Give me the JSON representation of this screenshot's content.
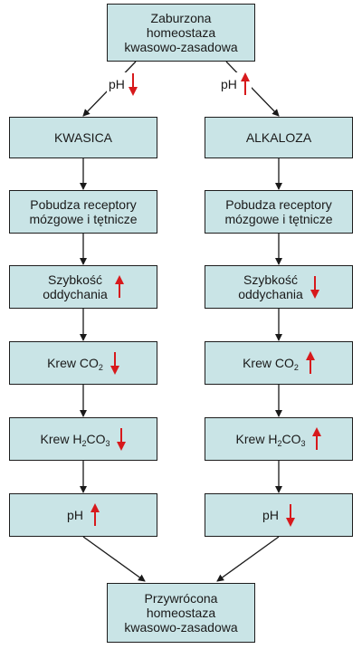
{
  "colors": {
    "box_fill": "#c9e4e6",
    "box_border": "#1d1d1d",
    "arrow_up_down": "#d7191c",
    "connector": "#1a1a1a"
  },
  "top": {
    "text": "Zaburzona\nhomeostaza\nkwasowo-zasadowa"
  },
  "bottom": {
    "text": "Przywrócona\nhomeostaza\nkwasowo-zasadowa"
  },
  "branch_left": {
    "ph_label": "pH",
    "ph_direction": "down",
    "title": "KWASICA",
    "steps": [
      {
        "text": "Pobudza receptory\nmózgowe i tętnicze",
        "direction": null
      },
      {
        "text": "Szybkość\noddychania",
        "direction": "up"
      },
      {
        "pre": "Krew CO",
        "sub1": "2",
        "mid": "",
        "sub2": "",
        "direction": "down"
      },
      {
        "pre": "Krew H",
        "sub1": "2",
        "mid": "CO",
        "sub2": "3",
        "direction": "down"
      },
      {
        "text": "pH",
        "direction": "up"
      }
    ]
  },
  "branch_right": {
    "ph_label": "pH",
    "ph_direction": "up",
    "title": "ALKALOZA",
    "steps": [
      {
        "text": "Pobudza receptory\nmózgowe i tętnicze",
        "direction": null
      },
      {
        "text": "Szybkość\noddychania",
        "direction": "down"
      },
      {
        "pre": "Krew CO",
        "sub1": "2",
        "mid": "",
        "sub2": "",
        "direction": "up"
      },
      {
        "pre": "Krew H",
        "sub1": "2",
        "mid": "CO",
        "sub2": "3",
        "direction": "up"
      },
      {
        "text": "pH",
        "direction": "down"
      }
    ]
  }
}
